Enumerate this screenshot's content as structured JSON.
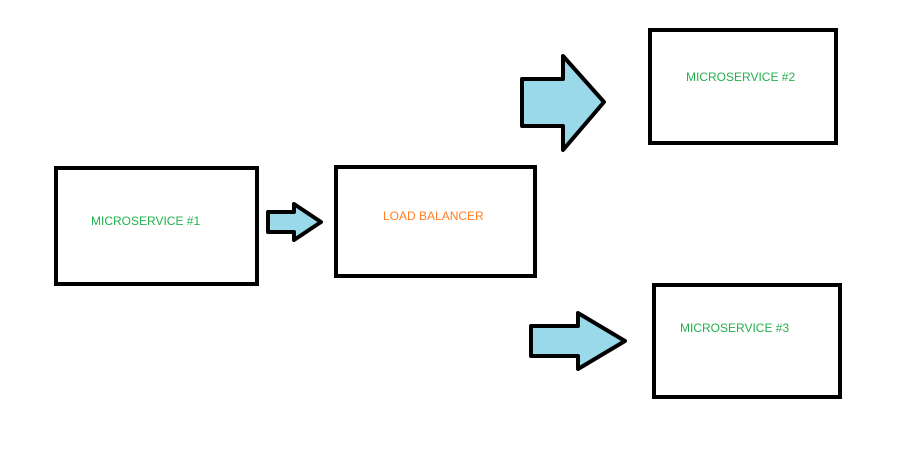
{
  "nodes": {
    "ms1": {
      "label": "MICROSERVICE #1"
    },
    "lb": {
      "label": "LOAD BALANCER"
    },
    "ms2": {
      "label": "MICROSERVICE #2"
    },
    "ms3": {
      "label": "MICROSERVICE #3"
    }
  },
  "colors": {
    "service_text": "#22b14c",
    "balancer_text": "#ff7f27",
    "arrow_fill": "#99d9ea",
    "stroke": "#000000"
  }
}
